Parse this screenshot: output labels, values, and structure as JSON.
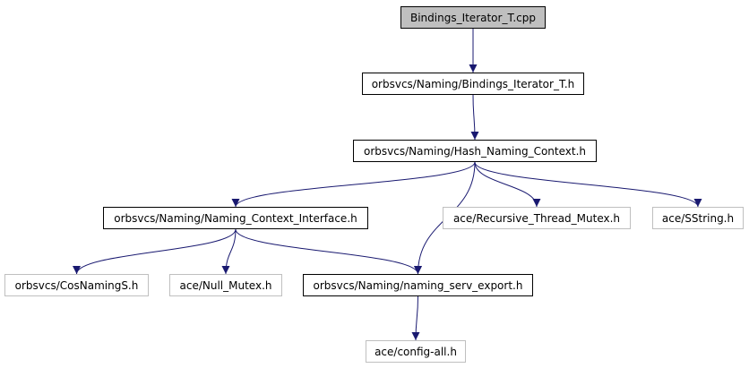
{
  "graph": {
    "nodes": {
      "root": {
        "label": "Bindings_Iterator_T.cpp"
      },
      "bindings_iterator_h": {
        "label": "orbsvcs/Naming/Bindings_Iterator_T.h"
      },
      "hash_naming_context_h": {
        "label": "orbsvcs/Naming/Hash_Naming_Context.h"
      },
      "naming_context_interface_h": {
        "label": "orbsvcs/Naming/Naming_Context_Interface.h"
      },
      "recursive_thread_mutex_h": {
        "label": "ace/Recursive_Thread_Mutex.h"
      },
      "sstring_h": {
        "label": "ace/SString.h"
      },
      "cosnamings_h": {
        "label": "orbsvcs/CosNamingS.h"
      },
      "null_mutex_h": {
        "label": "ace/Null_Mutex.h"
      },
      "naming_serv_export_h": {
        "label": "orbsvcs/Naming/naming_serv_export.h"
      },
      "config_all_h": {
        "label": "ace/config-all.h"
      }
    },
    "edges": [
      {
        "from": "root",
        "to": "bindings_iterator_h"
      },
      {
        "from": "bindings_iterator_h",
        "to": "hash_naming_context_h"
      },
      {
        "from": "hash_naming_context_h",
        "to": "naming_context_interface_h"
      },
      {
        "from": "hash_naming_context_h",
        "to": "naming_serv_export_h"
      },
      {
        "from": "hash_naming_context_h",
        "to": "recursive_thread_mutex_h"
      },
      {
        "from": "hash_naming_context_h",
        "to": "sstring_h"
      },
      {
        "from": "naming_context_interface_h",
        "to": "cosnamings_h"
      },
      {
        "from": "naming_context_interface_h",
        "to": "null_mutex_h"
      },
      {
        "from": "naming_context_interface_h",
        "to": "naming_serv_export_h"
      },
      {
        "from": "naming_serv_export_h",
        "to": "config_all_h"
      }
    ],
    "colors": {
      "edge": "#191970",
      "root_fill": "#bfbfbf",
      "documented_border": "#000000",
      "external_border": "#bfbfbf"
    }
  }
}
